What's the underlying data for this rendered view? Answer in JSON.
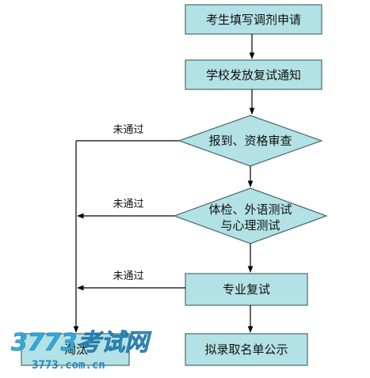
{
  "colors": {
    "box_fill": "#b3e2e6",
    "box_stroke": "#4a6a6c",
    "line": "#000000",
    "watermark": "#2aa6d8"
  },
  "nodes": {
    "apply": "考生填写调剂申请",
    "notice": "学校发放复试通知",
    "check_line1": "报到、资格审查",
    "exam_line1": "体检、外语测试",
    "exam_line2": "与心理测试",
    "retest": "专业复试",
    "publish": "拟录取名单公示",
    "fail": "淘汰"
  },
  "edges": {
    "fail_label_1": "未通过",
    "fail_label_2": "未通过",
    "fail_label_3": "未通过"
  },
  "watermark": {
    "logo_text": "3773考试网",
    "domain_text": "3773.com.cn"
  }
}
